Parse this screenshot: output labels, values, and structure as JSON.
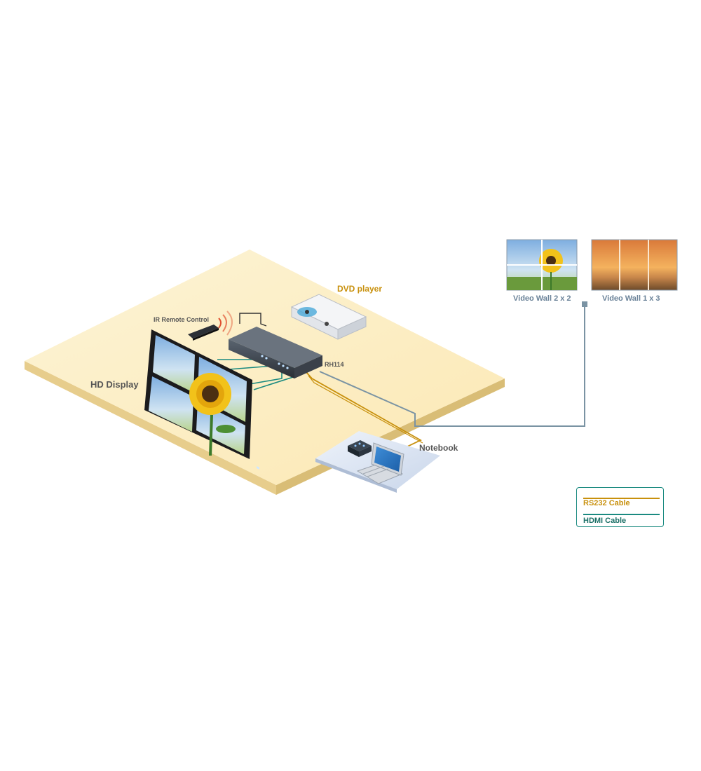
{
  "labels": {
    "dvd_player": "DVD player",
    "ir_remote": "IR Remote Control",
    "rh114": "RH114",
    "hd_display": "HD Display",
    "notebook": "Notebook",
    "video_wall_2x2": "Video Wall 2 x 2",
    "video_wall_1x3": "Video Wall 1 x 3"
  },
  "legend": {
    "rs232": "RS232 Cable",
    "hdmi": "HDMI Cable"
  },
  "colors": {
    "rs232": "#c8900c",
    "hdmi": "#1a8a80",
    "control_line": "#7a93a3",
    "floor": "#fbecbf",
    "label_blue": "#6a8298"
  }
}
